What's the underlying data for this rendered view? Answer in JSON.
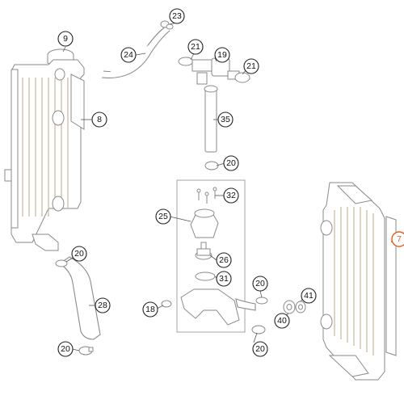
{
  "figure_title": "",
  "callouts": [
    {
      "id": "c7",
      "label": "7"
    },
    {
      "id": "c8",
      "label": "8"
    },
    {
      "id": "c9",
      "label": "9"
    },
    {
      "id": "c18",
      "label": "18"
    },
    {
      "id": "c19",
      "label": "19"
    },
    {
      "id": "c20a",
      "label": "20"
    },
    {
      "id": "c20b",
      "label": "20"
    },
    {
      "id": "c20c",
      "label": "20"
    },
    {
      "id": "c20d",
      "label": "20"
    },
    {
      "id": "c20e",
      "label": "20"
    },
    {
      "id": "c21a",
      "label": "21"
    },
    {
      "id": "c21b",
      "label": "21"
    },
    {
      "id": "c23",
      "label": "23"
    },
    {
      "id": "c24",
      "label": "24"
    },
    {
      "id": "c25",
      "label": "25"
    },
    {
      "id": "c26",
      "label": "26"
    },
    {
      "id": "c28",
      "label": "28"
    },
    {
      "id": "c31",
      "label": "31"
    },
    {
      "id": "c32",
      "label": "32"
    },
    {
      "id": "c35",
      "label": "35"
    },
    {
      "id": "c40",
      "label": "40"
    },
    {
      "id": "c41",
      "label": "41"
    }
  ],
  "colors": {
    "outline": "#8a8a8a",
    "fins": "#c9b89a",
    "callout_highlight": "#e0621a"
  }
}
